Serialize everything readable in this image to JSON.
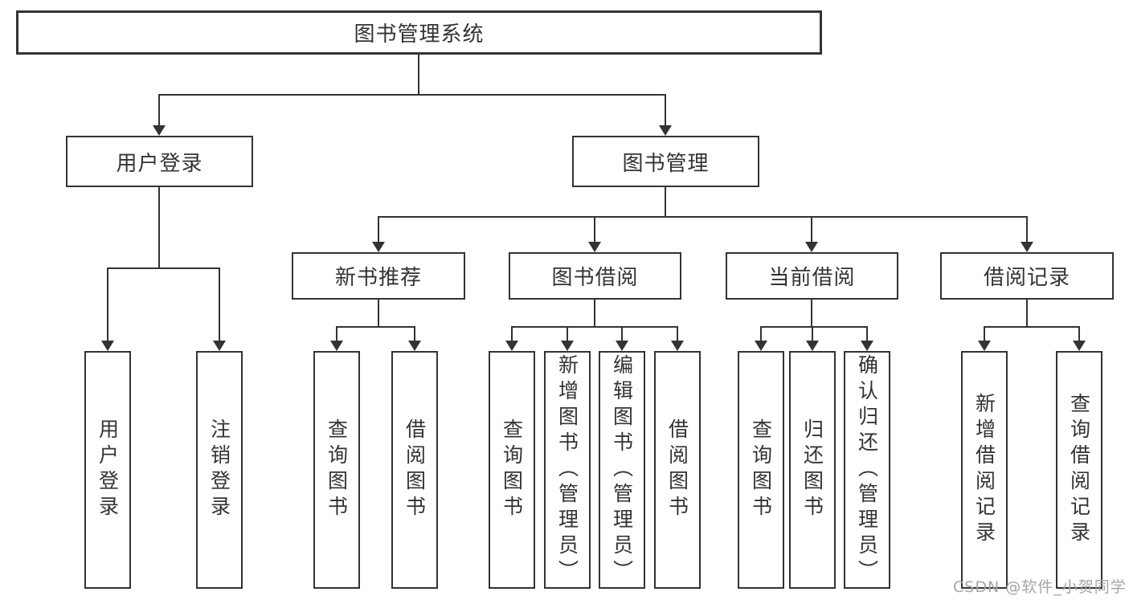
{
  "colors": {
    "line": "#333333",
    "box_border": "#333333",
    "text": "#333333",
    "watermark_text": "#a6a6a6",
    "bg": "#ffffff"
  },
  "tree": {
    "label": "图书管理系统",
    "children": [
      {
        "label": "用户登录",
        "children": [
          {
            "label": "用户登录"
          },
          {
            "label": "注销登录"
          }
        ]
      },
      {
        "label": "图书管理",
        "children": [
          {
            "label": "新书推荐",
            "children": [
              {
                "label": "查询图书"
              },
              {
                "label": "借阅图书"
              }
            ]
          },
          {
            "label": "图书借阅",
            "children": [
              {
                "label": "查询图书"
              },
              {
                "label": "新增图书（管理员）"
              },
              {
                "label": "编辑图书（管理员）"
              },
              {
                "label": "借阅图书"
              }
            ]
          },
          {
            "label": "当前借阅",
            "children": [
              {
                "label": "查询图书"
              },
              {
                "label": "归还图书"
              },
              {
                "label": "确认归还（管理员）"
              }
            ]
          },
          {
            "label": "借阅记录",
            "children": [
              {
                "label": "新增借阅记录"
              },
              {
                "label": "查询借阅记录"
              }
            ]
          }
        ]
      }
    ]
  },
  "watermark": {
    "text": "CSDN @软件_小贺同学"
  }
}
